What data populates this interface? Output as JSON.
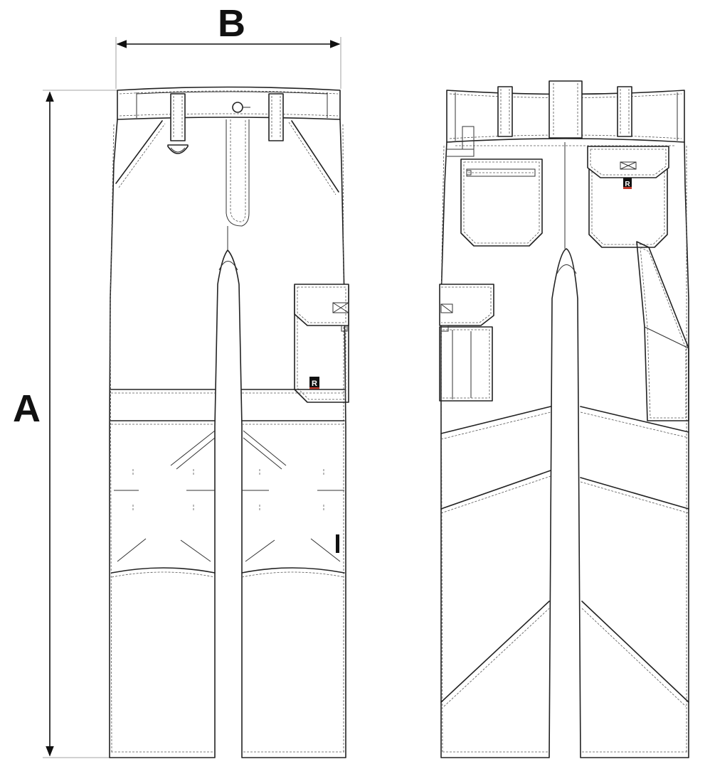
{
  "dimensions": {
    "width_label": "B",
    "length_label": "A"
  },
  "views": [
    {
      "name": "front"
    },
    {
      "name": "back"
    }
  ],
  "brand_badge": "R",
  "colors": {
    "line": "#222222",
    "background": "#ffffff",
    "badge": "#111111",
    "badge_accent": "#c0392b"
  }
}
